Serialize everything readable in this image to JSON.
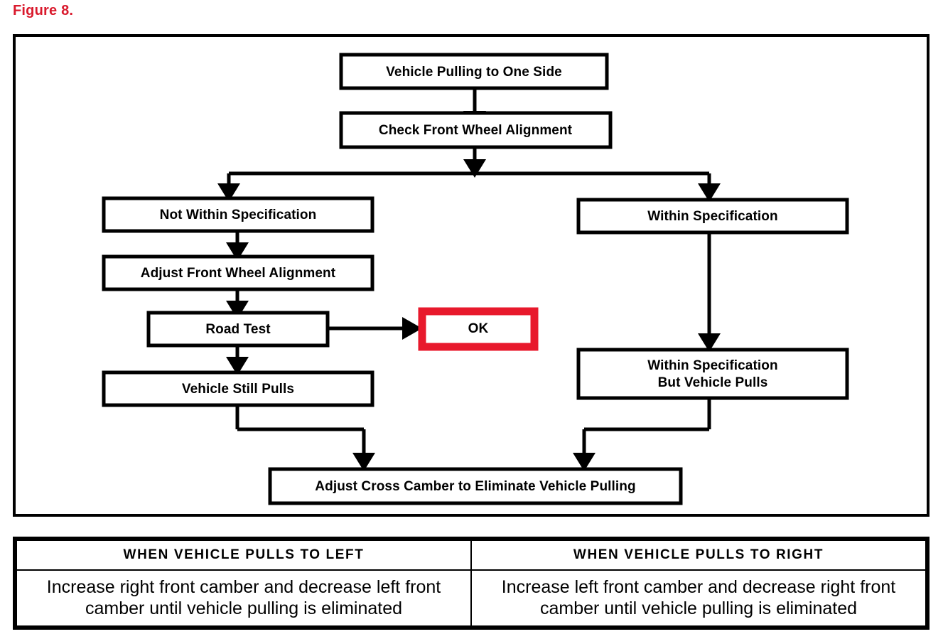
{
  "figure": {
    "title": "Figure 8."
  },
  "flowchart": {
    "nodes": {
      "start": "Vehicle Pulling to One Side",
      "check": "Check Front Wheel Alignment",
      "not_within_spec": "Not Within Specification",
      "adjust_alignment": "Adjust Front Wheel Alignment",
      "road_test": "Road Test",
      "ok": "OK",
      "vehicle_still_pulls": "Vehicle Still Pulls",
      "within_spec": "Within Specification",
      "within_spec_but_pulls_line1": "Within Specification",
      "within_spec_but_pulls_line2": "But Vehicle Pulls",
      "adjust_cross_camber": "Adjust Cross Camber to Eliminate Vehicle Pulling"
    },
    "colors": {
      "ok_border": "#e8192c",
      "box_border": "#000000",
      "title": "#d9192c"
    }
  },
  "table": {
    "headers": [
      "WHEN VEHICLE PULLS TO LEFT",
      "WHEN VEHICLE PULLS TO RIGHT"
    ],
    "rows": [
      [
        "Increase right front camber and decrease left front camber until vehicle pulling is eliminated",
        "Increase left front camber and decrease right front camber until vehicle pulling is eliminated"
      ]
    ]
  }
}
